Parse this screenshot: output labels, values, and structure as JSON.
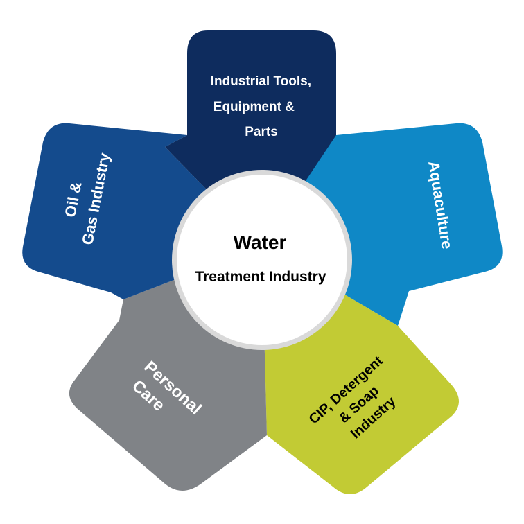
{
  "center": {
    "line1": "Water",
    "line2": "Treatment Industry"
  },
  "segments": [
    {
      "id": "industrial-tools",
      "lines": [
        "Industrial Tools,",
        "Equipment &",
        "Parts"
      ],
      "color": "#0e2c5e"
    },
    {
      "id": "aquaculture",
      "lines": [
        "Aquaculture"
      ],
      "color": "#0f88c6"
    },
    {
      "id": "cip-detergent",
      "lines": [
        "CIP, Detergent",
        "& Soap",
        "Industry"
      ],
      "color": "#c2cb34"
    },
    {
      "id": "personal-care",
      "lines": [
        "Personal",
        "Care"
      ],
      "color": "#808387"
    },
    {
      "id": "oil-gas",
      "lines": [
        "Oil &",
        "Gas Industry"
      ],
      "color": "#144b8d"
    }
  ],
  "colors": {
    "center_fill": "#ffffff",
    "center_ring": "#d9d9d9",
    "center_text": "#000000",
    "segment_text_light": "#ffffff",
    "segment_text_dark": "#000000"
  }
}
